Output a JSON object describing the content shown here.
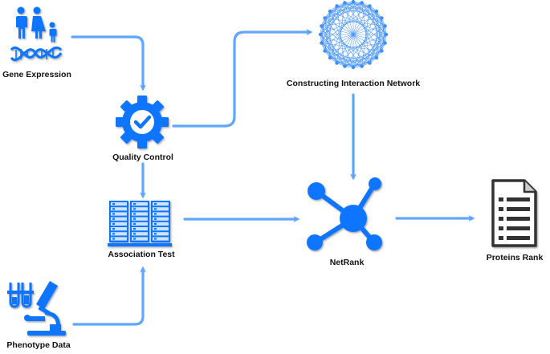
{
  "nodes": {
    "gene_expression": {
      "label": "Gene Expression",
      "icon": "family-dna-icon"
    },
    "quality_control": {
      "label": "Quality Control",
      "icon": "gear-check-icon"
    },
    "interaction_network": {
      "label": "Constructing Interaction Network",
      "icon": "network-mesh-icon"
    },
    "association_test": {
      "label": "Association Test",
      "icon": "server-rack-icon"
    },
    "netrank": {
      "label": "NetRank",
      "icon": "hub-network-icon"
    },
    "proteins_rank": {
      "label": "Proteins Rank",
      "icon": "document-list-icon"
    },
    "phenotype_data": {
      "label": "Phenotype Data",
      "icon": "test-tube-microscope-icon"
    }
  },
  "colors": {
    "icon_blue": "#0a74ff",
    "arrow_blue": "#5ea6ff",
    "network_blue": "#3d8ef7",
    "doc_gray": "#333333"
  }
}
